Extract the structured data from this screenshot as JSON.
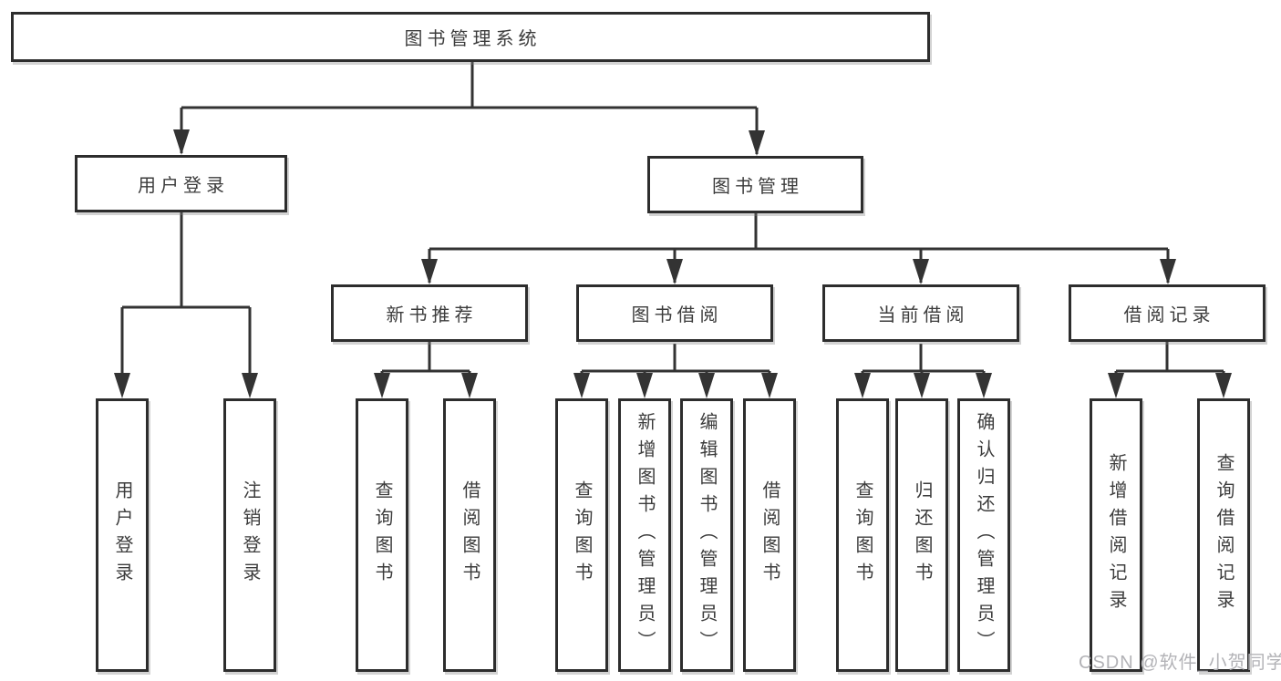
{
  "tree": {
    "label": "图书管理系统",
    "children": [
      {
        "label": "用户登录",
        "children": [
          {
            "label": "用户登录"
          },
          {
            "label": "注销登录"
          }
        ]
      },
      {
        "label": "图书管理",
        "children": [
          {
            "label": "新书推荐",
            "children": [
              {
                "label": "查询图书"
              },
              {
                "label": "借阅图书"
              }
            ]
          },
          {
            "label": "图书借阅",
            "children": [
              {
                "label": "查询图书"
              },
              {
                "label": "新增图书（管理员）"
              },
              {
                "label": "编辑图书（管理员）"
              },
              {
                "label": "借阅图书"
              }
            ]
          },
          {
            "label": "当前借阅",
            "children": [
              {
                "label": "查询图书"
              },
              {
                "label": "归还图书"
              },
              {
                "label": "确认归还（管理员）"
              }
            ]
          },
          {
            "label": "借阅记录",
            "children": [
              {
                "label": "新增借阅记录"
              },
              {
                "label": "查询借阅记录"
              }
            ]
          }
        ]
      }
    ]
  },
  "watermark": "CSDN @软件_小贺同学",
  "colors": {
    "line": "#333333",
    "box_border": "#2d2d2d",
    "box_fill": "#ffffff",
    "text": "#3c3c3c",
    "watermark": "#b3b3b7"
  }
}
